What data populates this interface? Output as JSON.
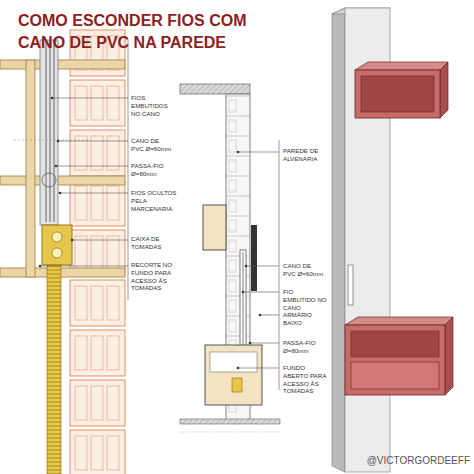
{
  "diagram": {
    "title": "COMO ESCONDER FIOS COM CANO DE PVC NA PAREDE",
    "labels": [
      "FIOS EMBUTIDOS NO CANO",
      "CANO DE PVC Ø=60mm",
      "PASSA-FIO Ø=80mm",
      "FIOS OCULTOS PELA MARCENARIA",
      "CAIXA DE TOMADAS",
      "RECORTE NO FUNDO PARA ACESSO ÀS TOMADAS",
      "PAREDE DE ALVENARIA",
      "CANO DE PVC Ø=60mm",
      "FIO EMBUTIDO NO CANO",
      "ARMÁRIO BAIXO",
      "PASSA-FIO Ø=80mm",
      "FUNDO ABERTO PARA ACESSO ÀS TOMADAS",
      "@VICTORGORDEEFF"
    ]
  }
}
